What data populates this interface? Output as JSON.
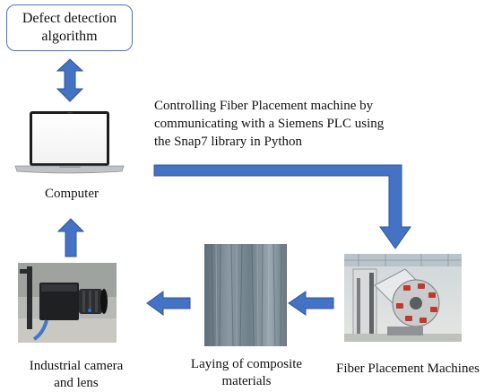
{
  "algorithm_box": {
    "line1": "Defect detection",
    "line2": "algorithm"
  },
  "computer_label": "Computer",
  "plc_description": {
    "line1": "Controlling Fiber Placement machine by",
    "line2": "communicating with a Siemens PLC using",
    "line3": "the Snap7 library in Python"
  },
  "camera_label": {
    "line1": "Industrial camera",
    "line2": "and lens"
  },
  "composite_label": {
    "line1": "Laying of composite",
    "line2": "materials"
  },
  "machine_label": "Fiber Placement Machines",
  "colors": {
    "arrow": "#4472c4",
    "arrow_edge": "#2f5597",
    "box_border": "#4a72c0"
  }
}
